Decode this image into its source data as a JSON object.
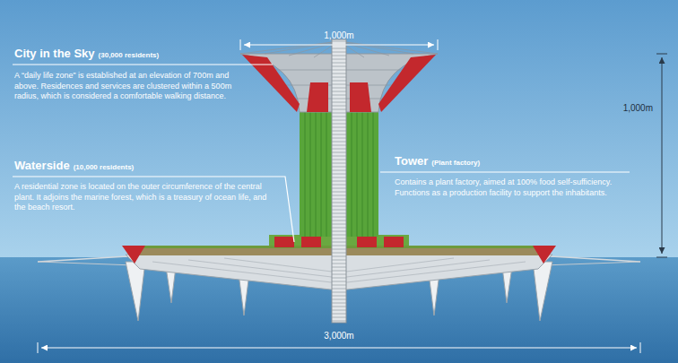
{
  "diagram": {
    "labels": [
      "City in the Sky",
      "(30,000 residents)",
      "A “daily life zone” is established at an elevation of 700m and above. Residences and services are clustered within a 500m radius, which is considered a comfortable walking distance.",
      "Waterside",
      "(10,000 residents)",
      "A residential zone is located on the outer circumference of the central plant. It adjoins the marine forest, which is a treasury of ocean life, and the beach resort.",
      "Tower",
      "(Plant factory)",
      "Contains a plant factory, aimed at 100% food self-sufficiency. Functions as a production facility to support the inhabitants.",
      "1,000m",
      "1,000m",
      "3,000m"
    ]
  }
}
